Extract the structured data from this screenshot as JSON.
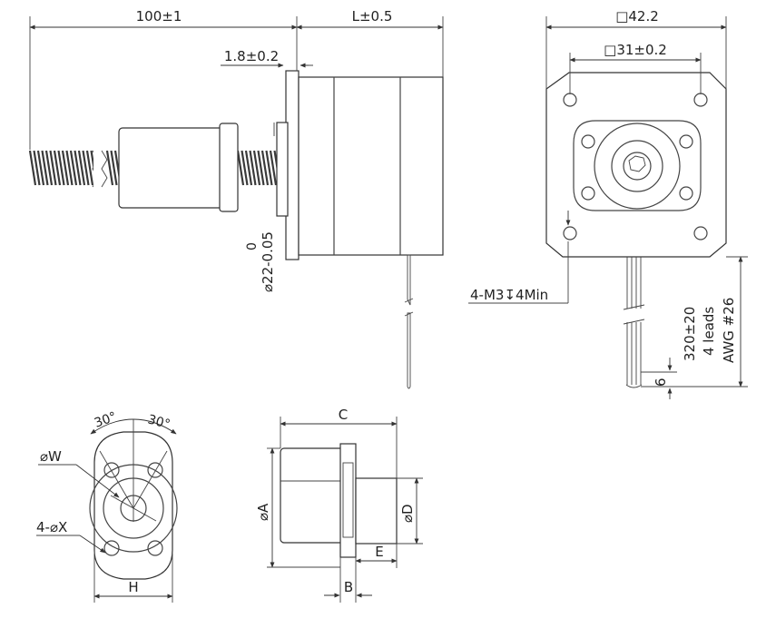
{
  "dimensions": {
    "screw_length": "100±1",
    "body_length": "L±0.5",
    "flange_offset": "1.8±0.2",
    "boss_diameter": "⌀22-0.05",
    "boss_tolerance_upper": "0",
    "frame_size": "□42.2",
    "hole_spacing": "□31±0.2",
    "mount_holes": "4-M3",
    "mount_depth_symbol": "↧",
    "mount_depth": "4Min",
    "lead_length": "320±20",
    "lead_count": "4 leads",
    "lead_gauge": "AWG #26",
    "strip_length": "6"
  },
  "nut_front": {
    "angle_left": "30°",
    "angle_right": "30°",
    "bolt_circle": "⌀W",
    "holes": "4-⌀X",
    "flat_width": "H"
  },
  "nut_side": {
    "total_length": "C",
    "outer_diameter": "⌀A",
    "shank_diameter": "⌀D",
    "shank_length": "E",
    "flange_thickness": "B"
  }
}
